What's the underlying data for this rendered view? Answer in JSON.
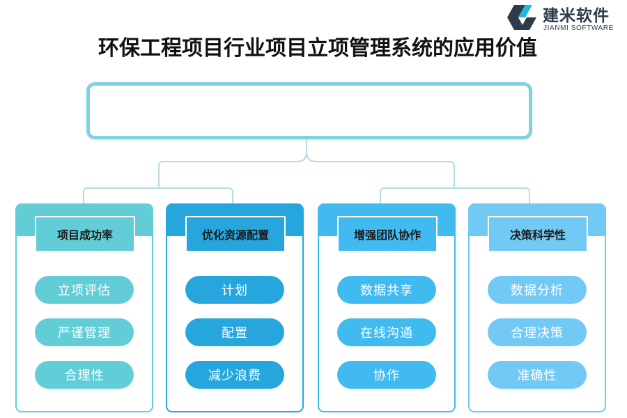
{
  "logo": {
    "name": "建米软件",
    "subtitle": "JIANMI SOFTWARE"
  },
  "title": "环保工程项目行业项目立项管理系统的应用价值",
  "top_box": {
    "text": ""
  },
  "colors": {
    "line": "#b9dbe2",
    "top_box_border": "#7fd3df",
    "header_text": "#1b1b1b",
    "pill_text": "#ffffff"
  },
  "columns": [
    {
      "header": "项目成功率",
      "color": "#62cdd7",
      "items": [
        "立项评估",
        "严谨管理",
        "合理性"
      ]
    },
    {
      "header": "优化资源配置",
      "color": "#27a6de",
      "items": [
        "计划",
        "配置",
        "减少浪费"
      ]
    },
    {
      "header": "增强团队协作",
      "color": "#41baf0",
      "items": [
        "数据共享",
        "在线沟通",
        "协作"
      ]
    },
    {
      "header": "决策科学性",
      "color": "#72c9f4",
      "items": [
        "数据分析",
        "合理决策",
        "准确性"
      ]
    }
  ]
}
